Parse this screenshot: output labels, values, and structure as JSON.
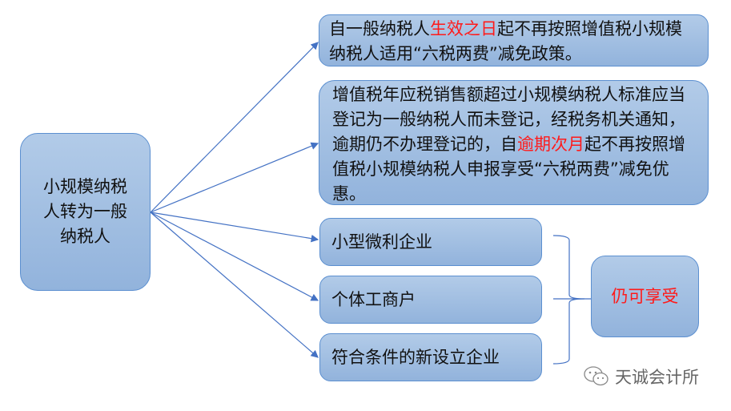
{
  "center": {
    "label": "小规模纳税人转为一般纳税人"
  },
  "box1": {
    "pre": "自一般纳税人",
    "red": "生效之日",
    "post": "起不再按照增值税小规模纳税人适用“六税两费”减免政策。"
  },
  "box2": {
    "pre": "增值税年应税销售额超过小规模纳税人标准应当登记为一般纳税人而未登记，经税务机关通知，逾期仍不办理登记的，自",
    "red": "逾期次月",
    "post": "起不再按照增值税小规模纳税人申报享受“六税两费”减免优惠。"
  },
  "items": [
    "小型微利企业",
    "个体工商户",
    "符合条件的新设立企业"
  ],
  "result": {
    "label": "仍可享受"
  },
  "watermark": {
    "text": "天诚会计所",
    "icon": "wechat-icon"
  },
  "colors": {
    "accent": "#4472c4",
    "highlight": "#ff1a1a",
    "box_fill": "#a4c0e4"
  }
}
